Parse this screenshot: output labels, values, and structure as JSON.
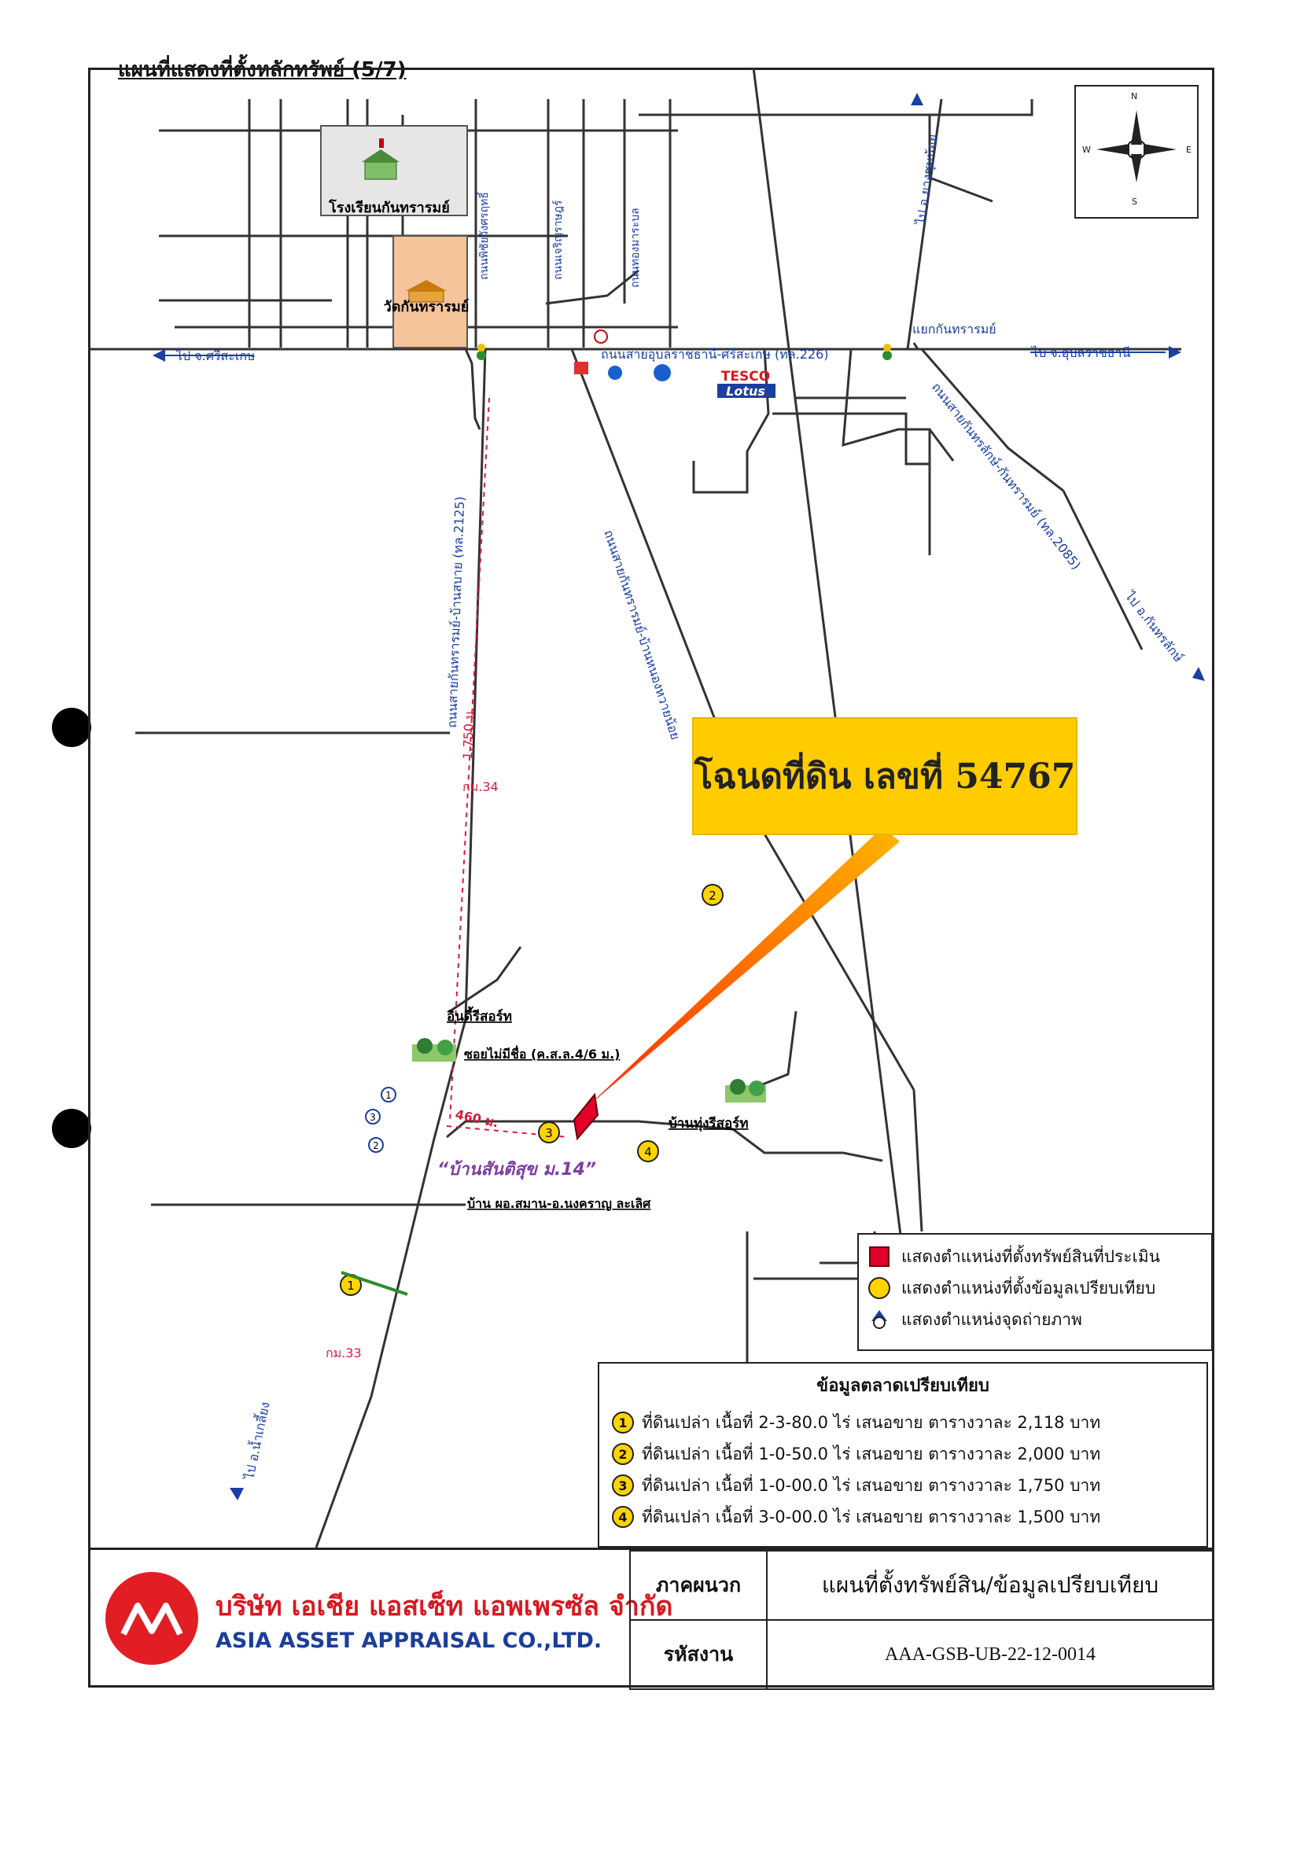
{
  "page_title": "แผนที่แสดงที่ตั้งหลักทรัพย์ (5/7)",
  "compass": {
    "n": "N",
    "s": "S",
    "e": "E",
    "w": "W"
  },
  "map": {
    "school_label": "โรงเรียนกันทรารมย์",
    "temple_label": "วัดกันทรารมย์",
    "road_main": "ถนนสายอุบลราชธานี-ศรีสะเกษ (ทล.226)",
    "road_2125": "ถนนสายกันทรารมย์-บ้านสบาย (ทล.2125)",
    "road_ban_nong": "ถนนสายกันทรารมย์-บ้านหนองหวายน้อย",
    "road_2085": "ถนนสายกันทรลักษ์-กันทรารมย์ (ทล.2085)",
    "road_chaiyasak": "ถนนพิชัยวังศรฤทธิ์",
    "road_jarern": "ถนนเจริญราษฎร์",
    "road_songkhla": "ถนนทองมาระบล",
    "to_sisaket": "ไป จ.ศรีสะเกษ",
    "to_ubon": "ไป จ.อุบลราชธานี",
    "to_yangchum": "ไป อ.ยางชุมน้อย",
    "to_kantharalak": "ไป อ.กันทรลักษ์",
    "to_nam_kliang": "ไป อ.น้ำเกลี้ยง",
    "junction": "แยกกันทรารมย์",
    "tesco_top": "TESCO",
    "tesco_bottom": "Lotus",
    "dist_1750": "1,750 ม.",
    "km34": "กม.34",
    "km33": "กม.33",
    "inti_resort": "อินดี้รีสอร์ท",
    "soi_label": "ซอยไม่มีชื่อ (ค.ส.ล.4/6 ม.)",
    "dist_460": "460 ม.",
    "village": "“บ้านสันติสุข ม.14”",
    "thung_resort": "บ้านทุ่งรีสอร์ท",
    "house_label": "บ้าน ผอ.สมาน-อ.นงคราญ ละเลิศ",
    "photo_points": [
      "1",
      "2",
      "3"
    ],
    "comp_points": [
      "1",
      "2",
      "3",
      "4"
    ]
  },
  "callout": "โฉนดที่ดิน เลขที่ 54767",
  "legend": [
    {
      "label": "แสดงตำแหน่งที่ตั้งทรัพย์สินที่ประเมิน",
      "symbol": "red-square"
    },
    {
      "label": "แสดงตำแหน่งที่ตั้งข้อมูลเปรียบเทียบ",
      "symbol": "yellow-circle"
    },
    {
      "label": "แสดงตำแหน่งจุดถ่ายภาพ",
      "symbol": "photo-point"
    }
  ],
  "comparables": {
    "title": "ข้อมูลตลาดเปรียบเทียบ",
    "rows": [
      {
        "no": "1",
        "text": "ที่ดินเปล่า เนื้อที่ 2-3-80.0 ไร่ เสนอขาย ตารางวาละ  2,118 บาท"
      },
      {
        "no": "2",
        "text": "ที่ดินเปล่า เนื้อที่ 1-0-50.0 ไร่ เสนอขาย ตารางวาละ  2,000 บาท"
      },
      {
        "no": "3",
        "text": "ที่ดินเปล่า เนื้อที่ 1-0-00.0 ไร่ เสนอขาย ตารางวาละ  1,750 บาท"
      },
      {
        "no": "4",
        "text": "ที่ดินเปล่า เนื้อที่ 3-0-00.0 ไร่ เสนอขาย ตารางวาละ 1,500 บาท"
      }
    ]
  },
  "footer": {
    "company_th": "บริษัท เอเชีย แอสเซ็ท แอพเพรซัล จำกัด",
    "company_en": "ASIA ASSET APPRAISAL CO.,LTD.",
    "appendix_label": "ภาคผนวก",
    "appendix_value": "แผนที่ตั้งทรัพย์สิน/ข้อมูลเปรียบเทียบ",
    "code_label": "รหัสงาน",
    "code_value": "AAA-GSB-UB-22-12-0014"
  },
  "colors": {
    "road": "#3a3a3a",
    "label_blue": "#1a3fa0",
    "distance_red": "#d81b3c",
    "subject_red": "#e0002a",
    "comp_yellow": "#ffd400",
    "callout": "#ffcc00",
    "temple_land": "#f5c49a",
    "school_land": "#e6e6e6"
  }
}
